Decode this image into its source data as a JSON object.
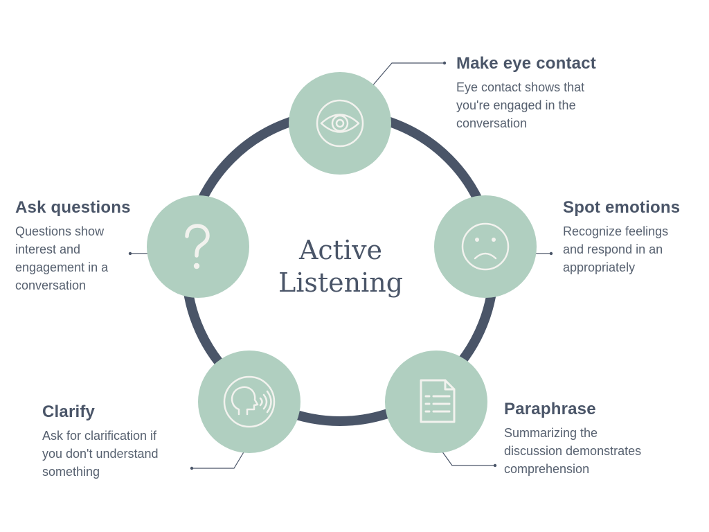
{
  "colors": {
    "ring": "#4a5568",
    "node_fill": "#b0cfc0",
    "icon_stroke": "#f2f2ee",
    "text": "#4a5568",
    "connector": "#4a5568"
  },
  "center": {
    "lines": [
      "Active",
      "Listening"
    ]
  },
  "items": [
    {
      "id": "make-eye-contact",
      "icon": "eye-icon",
      "heading": "Make eye contact",
      "lines": [
        "Eye contact shows that",
        "you're engaged in the",
        "conversation"
      ]
    },
    {
      "id": "spot-emotions",
      "icon": "sad-face-icon",
      "heading": "Spot emotions",
      "lines": [
        "Recognize feelings",
        "and respond in an",
        "appropriately"
      ]
    },
    {
      "id": "paraphrase",
      "icon": "document-icon",
      "heading": "Paraphrase",
      "lines": [
        "Summarizing the",
        "discussion demonstrates",
        "comprehension"
      ]
    },
    {
      "id": "clarify",
      "icon": "speaking-head-icon",
      "heading": "Clarify",
      "lines": [
        "Ask for clarification if",
        "you don't understand",
        "something"
      ]
    },
    {
      "id": "ask-questions",
      "icon": "question-mark-icon",
      "heading": "Ask questions",
      "lines": [
        "Questions show",
        "interest and",
        "engagement in a",
        "conversation"
      ]
    }
  ]
}
